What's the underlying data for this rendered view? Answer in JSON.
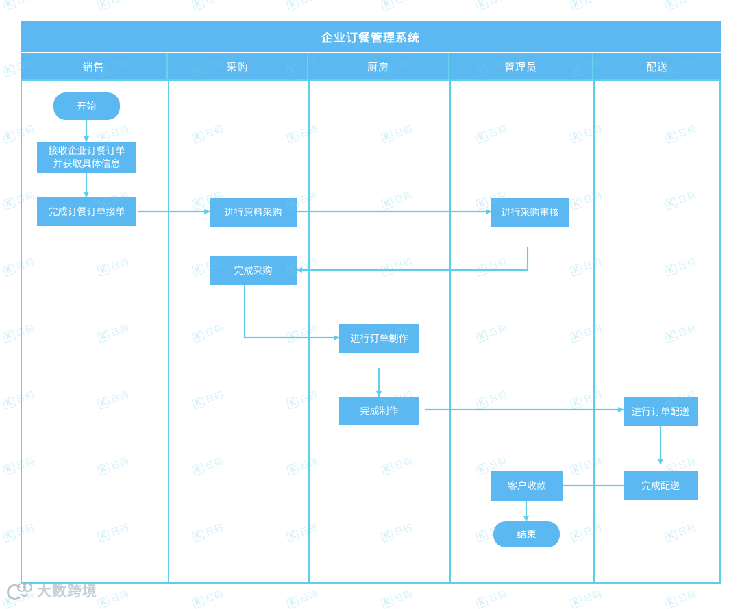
{
  "diagram": {
    "title": "企业订餐管理系统",
    "type": "swimlane-flowchart",
    "colors": {
      "node_fill": "#5BB8F0",
      "header_fill": "#5BB8F0",
      "lane_line": "#5FCFE8",
      "connector": "#5FCFE8",
      "node_text": "#FFFFFF",
      "background": "#FFFFFF"
    },
    "lanes": [
      {
        "label": "销售"
      },
      {
        "label": "采购"
      },
      {
        "label": "厨房"
      },
      {
        "label": "管理员"
      },
      {
        "label": "配送"
      }
    ],
    "nodes": [
      {
        "id": "start",
        "label": "开始",
        "lane": "销售",
        "shape": "terminator"
      },
      {
        "id": "receive",
        "label": "接收企业订餐订单\n并获取具体信息",
        "lane": "销售",
        "shape": "process"
      },
      {
        "id": "accept",
        "label": "完成订餐订单接单",
        "lane": "销售",
        "shape": "process"
      },
      {
        "id": "purchase",
        "label": "进行原料采购",
        "lane": "采购",
        "shape": "process"
      },
      {
        "id": "purchaseDone",
        "label": "完成采购",
        "lane": "采购",
        "shape": "process"
      },
      {
        "id": "makeOrder",
        "label": "进行订单制作",
        "lane": "厨房",
        "shape": "process"
      },
      {
        "id": "makeDone",
        "label": "完成制作",
        "lane": "厨房",
        "shape": "process"
      },
      {
        "id": "audit",
        "label": "进行采购审核",
        "lane": "管理员",
        "shape": "process"
      },
      {
        "id": "collect",
        "label": "客户收款",
        "lane": "管理员",
        "shape": "process"
      },
      {
        "id": "end",
        "label": "结束",
        "lane": "管理员",
        "shape": "terminator"
      },
      {
        "id": "deliver",
        "label": "进行订单配送",
        "lane": "配送",
        "shape": "process"
      },
      {
        "id": "deliverDone",
        "label": "完成配送",
        "lane": "配送",
        "shape": "process"
      }
    ],
    "edges": [
      {
        "from": "start",
        "to": "receive"
      },
      {
        "from": "receive",
        "to": "accept"
      },
      {
        "from": "accept",
        "to": "purchase"
      },
      {
        "from": "purchase",
        "to": "audit"
      },
      {
        "from": "audit",
        "to": "purchaseDone"
      },
      {
        "from": "purchaseDone",
        "to": "makeOrder"
      },
      {
        "from": "makeOrder",
        "to": "makeDone"
      },
      {
        "from": "makeDone",
        "to": "deliver"
      },
      {
        "from": "deliver",
        "to": "deliverDone"
      },
      {
        "from": "deliverDone",
        "to": "collect"
      },
      {
        "from": "collect",
        "to": "end"
      }
    ]
  },
  "watermark": {
    "text": "日码",
    "badge": "K"
  },
  "logo": {
    "text": "大数跨境"
  }
}
